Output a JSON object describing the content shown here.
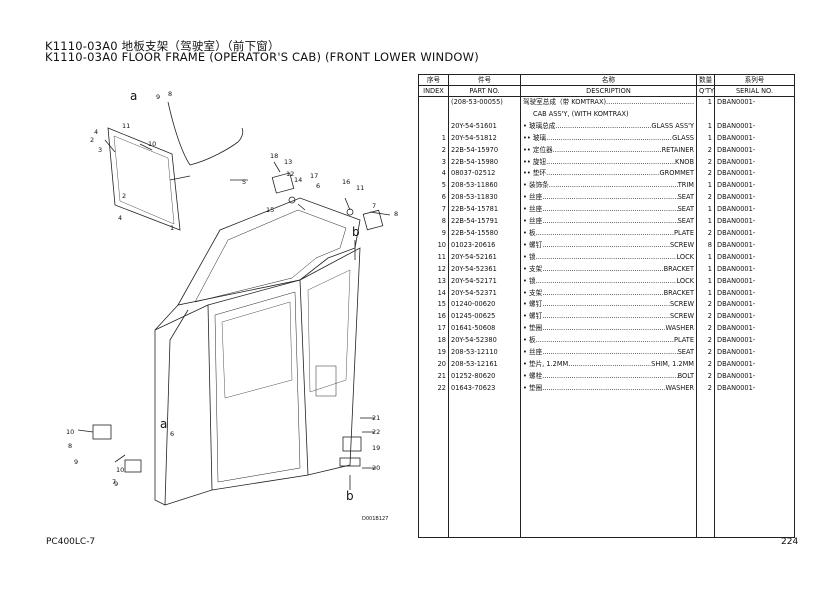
{
  "header": {
    "title_cn": "K1110-03A0 地板支架（驾驶室）（前下窗）",
    "title_en": "K1110-03A0 FLOOR FRAME (OPERATOR'S CAB) (FRONT LOWER WINDOW)"
  },
  "table": {
    "columns_cn": [
      "序号",
      "件号",
      "名称",
      "数量",
      "系列号"
    ],
    "columns_en": [
      "INDEX",
      "PART NO.",
      "DESCRIPTION",
      "Q'TY",
      "SERIAL NO."
    ],
    "rows": [
      {
        "index": "",
        "part": "(208-53-00055)",
        "desc": "驾驶室总成（带 KOMTRAX)",
        "right": "",
        "qty": "1",
        "serial": "DBAN0001-"
      },
      {
        "index": "",
        "part": "",
        "desc": "CAB ASS'Y, (WITH KOMTRAX)",
        "right": "",
        "qty": "",
        "serial": "",
        "plain": true
      },
      {
        "index": "",
        "part": "20Y-54-51601",
        "desc": "• 玻璃总成",
        "right": "GLASS ASS'Y",
        "qty": "1",
        "serial": "DBAN0001-"
      },
      {
        "index": "1",
        "part": "20Y-54-51812",
        "desc": "•• 玻璃",
        "right": "GLASS",
        "qty": "1",
        "serial": "DBAN0001-"
      },
      {
        "index": "2",
        "part": "22B-54-15970",
        "desc": "•• 定位器",
        "right": "RETAINER",
        "qty": "2",
        "serial": "DBAN0001-"
      },
      {
        "index": "3",
        "part": "22B-54-15980",
        "desc": "•• 旋钮",
        "right": "KNOB",
        "qty": "2",
        "serial": "DBAN0001-"
      },
      {
        "index": "4",
        "part": "08037-02512",
        "desc": "•• 垫环",
        "right": "GROMMET",
        "qty": "2",
        "serial": "DBAN0001-"
      },
      {
        "index": "5",
        "part": "208-53-11860",
        "desc": "• 装饰条",
        "right": "TRIM",
        "qty": "1",
        "serial": "DBAN0001-"
      },
      {
        "index": "6",
        "part": "208-53-11830",
        "desc": "• 丝座",
        "right": "SEAT",
        "qty": "2",
        "serial": "DBAN0001-"
      },
      {
        "index": "7",
        "part": "22B-54-15781",
        "desc": "• 丝座",
        "right": "SEAT",
        "qty": "1",
        "serial": "DBAN0001-"
      },
      {
        "index": "8",
        "part": "22B-54-15791",
        "desc": "• 丝座",
        "right": "SEAT",
        "qty": "1",
        "serial": "DBAN0001-"
      },
      {
        "index": "9",
        "part": "22B-54-15580",
        "desc": "• 板",
        "right": "PLATE",
        "qty": "2",
        "serial": "DBAN0001-"
      },
      {
        "index": "10",
        "part": "01023-20616",
        "desc": "• 螺钉",
        "right": "SCREW",
        "qty": "8",
        "serial": "DBAN0001-"
      },
      {
        "index": "11",
        "part": "20Y-54-52161",
        "desc": "• 锁",
        "right": "LOCK",
        "qty": "1",
        "serial": "DBAN0001-"
      },
      {
        "index": "12",
        "part": "20Y-54-52361",
        "desc": "• 支架",
        "right": "BRACKET",
        "qty": "1",
        "serial": "DBAN0001-"
      },
      {
        "index": "13",
        "part": "20Y-54-52171",
        "desc": "• 锁",
        "right": "LOCK",
        "qty": "1",
        "serial": "DBAN0001-"
      },
      {
        "index": "14",
        "part": "20Y-54-52371",
        "desc": "• 支架",
        "right": "BRACKET",
        "qty": "1",
        "serial": "DBAN0001-"
      },
      {
        "index": "15",
        "part": "01240-00620",
        "desc": "• 螺钉",
        "right": "SCREW",
        "qty": "2",
        "serial": "DBAN0001-"
      },
      {
        "index": "16",
        "part": "01245-00625",
        "desc": "• 螺钉",
        "right": "SCREW",
        "qty": "2",
        "serial": "DBAN0001-"
      },
      {
        "index": "17",
        "part": "01641-50608",
        "desc": "• 垫圈",
        "right": "WASHER",
        "qty": "2",
        "serial": "DBAN0001-"
      },
      {
        "index": "18",
        "part": "20Y-54-52380",
        "desc": "• 板",
        "right": "PLATE",
        "qty": "2",
        "serial": "DBAN0001-"
      },
      {
        "index": "19",
        "part": "208-53-12110",
        "desc": "• 丝座",
        "right": "SEAT",
        "qty": "2",
        "serial": "DBAN0001-"
      },
      {
        "index": "20",
        "part": "208-53-12161",
        "desc": "• 垫片, 1.2MM",
        "right": "SHIM, 1.2MM",
        "qty": "2",
        "serial": "DBAN0001-"
      },
      {
        "index": "21",
        "part": "01252-80620",
        "desc": "• 螺栓",
        "right": "BOLT",
        "qty": "2",
        "serial": "DBAN0001-"
      },
      {
        "index": "22",
        "part": "01643-70623",
        "desc": "• 垫圈",
        "right": "WASHER",
        "qty": "2",
        "serial": "DBAN0001-"
      }
    ]
  },
  "diagram": {
    "callouts": [
      "1",
      "2",
      "2",
      "3",
      "4",
      "4",
      "5",
      "6",
      "7",
      "8",
      "9",
      "9",
      "10",
      "10",
      "10",
      "11",
      "11",
      "12",
      "13",
      "14",
      "15",
      "16",
      "17",
      "18",
      "19",
      "20",
      "21",
      "22"
    ],
    "markers": [
      "a",
      "a",
      "b",
      "b"
    ],
    "drawing_no": "D001B127"
  },
  "footer": {
    "model": "PC400LC-7",
    "page": "224"
  }
}
